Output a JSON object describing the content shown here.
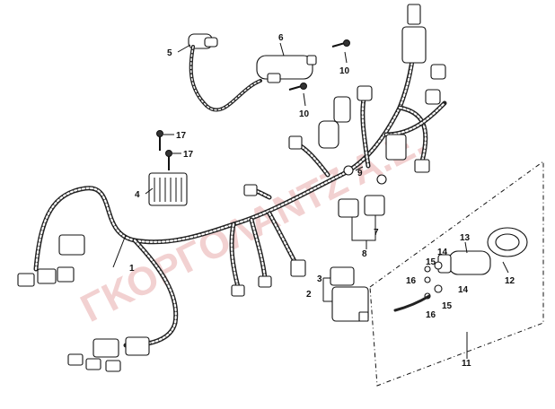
{
  "diagram": {
    "watermark": "ΓΚΟΡΓΟΛΑΝΤΖ Α.Ε.",
    "callouts": {
      "c1": "1",
      "c2": "2",
      "c3": "3",
      "c4": "4",
      "c5": "5",
      "c6": "6",
      "c7": "7",
      "c8": "8",
      "c9": "9",
      "c10a": "10",
      "c10b": "10",
      "c11": "11",
      "c12": "12",
      "c13": "13",
      "c14a": "14",
      "c14b": "14",
      "c15a": "15",
      "c15b": "15",
      "c16a": "16",
      "c16b": "16",
      "c17a": "17",
      "c17b": "17"
    }
  }
}
